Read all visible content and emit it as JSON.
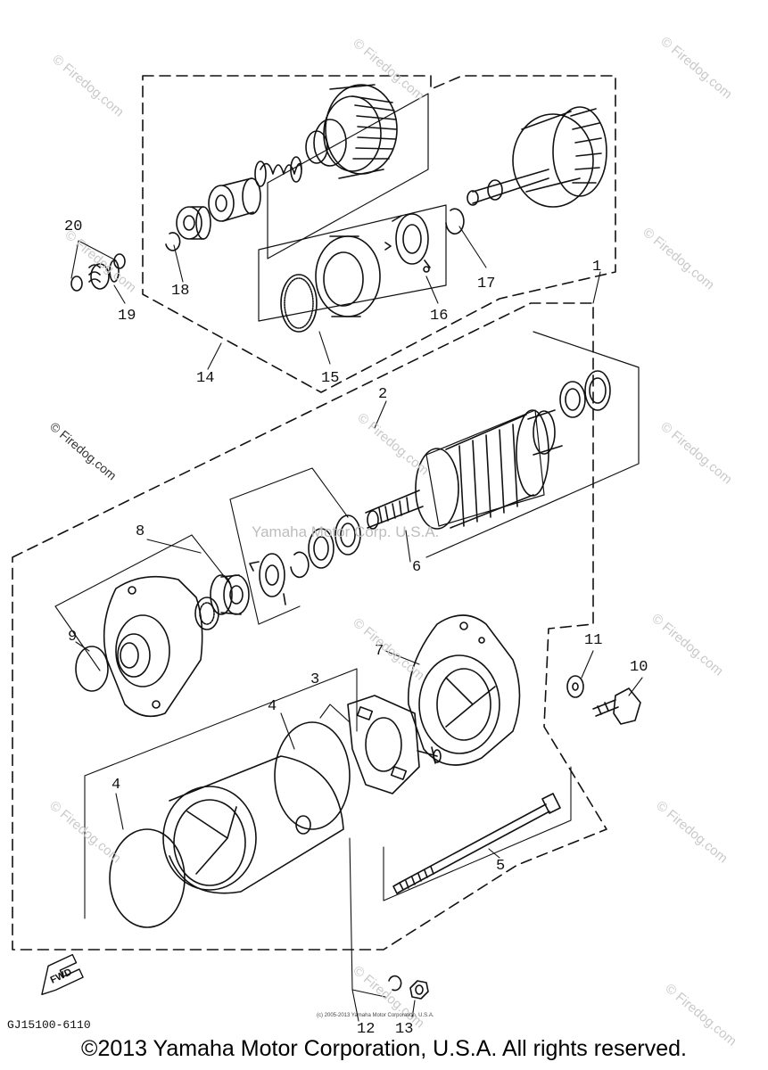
{
  "callouts": {
    "c1": "1",
    "c2": "2",
    "c3": "3",
    "c4a": "4",
    "c4b": "4",
    "c5": "5",
    "c6": "6",
    "c7": "7",
    "c8": "8",
    "c9": "9",
    "c10": "10",
    "c11": "11",
    "c12": "12",
    "c13": "13",
    "c14": "14",
    "c15": "15",
    "c16": "16",
    "c17": "17",
    "c18": "18",
    "c19": "19",
    "c20": "20"
  },
  "watermarks": {
    "firedog": "© Firedog.com",
    "center": "Yamaha Motor Corp. U.S.A."
  },
  "fwd_label": "FWD",
  "drawing_code": "GJ15100-6110",
  "fine_print": "(c) 2005-2013 Yamaha Motor Corporation, U.S.A.",
  "copyright": "©2013 Yamaha Motor Corporation, U.S.A. All rights reserved."
}
